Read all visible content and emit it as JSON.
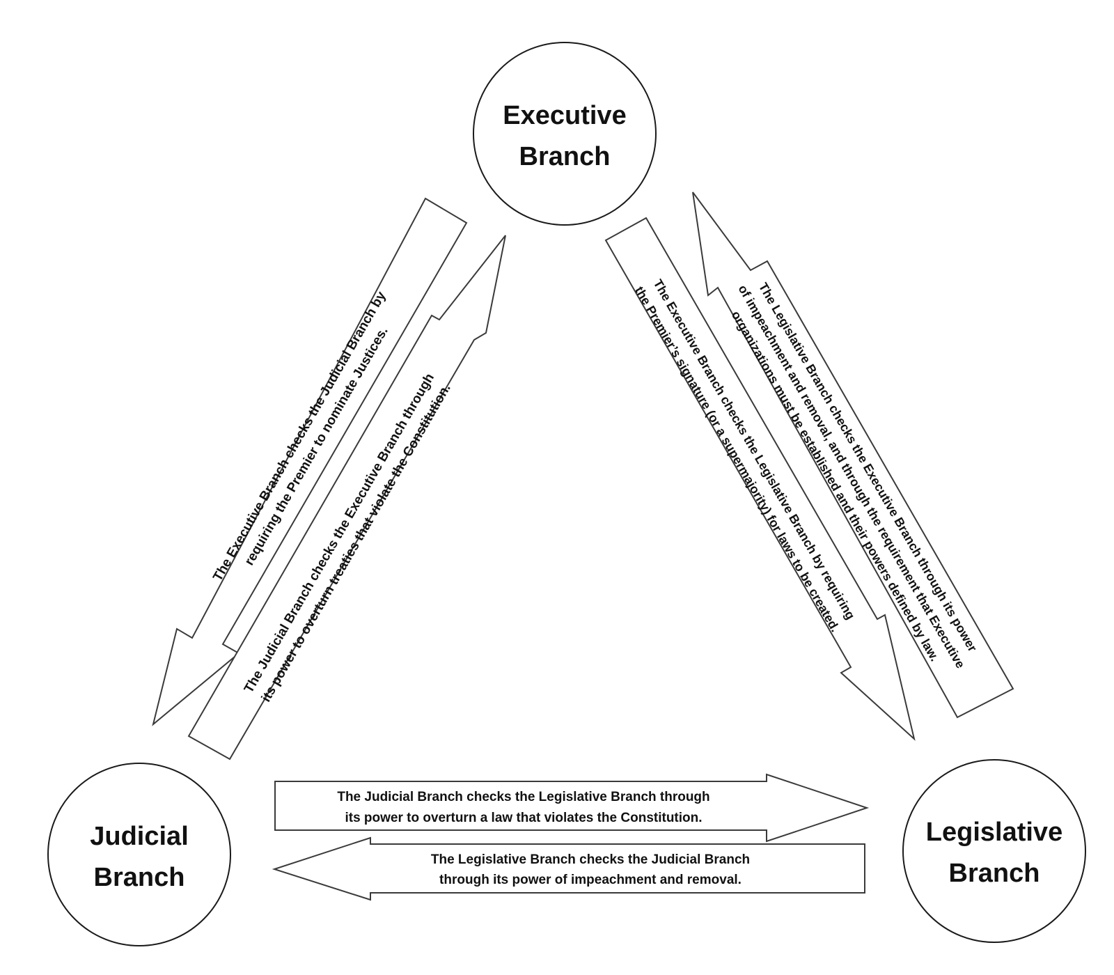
{
  "nodes": {
    "executive": {
      "line1": "Executive",
      "line2": "Branch"
    },
    "judicial": {
      "line1": "Judicial",
      "line2": "Branch"
    },
    "legislative": {
      "line1": "Legislative",
      "line2": "Branch"
    }
  },
  "checks": {
    "executive_to_judicial": {
      "line1": "The Executive Branch checks the Judicial Branch by",
      "line2": "requiring the Premier to nominate Justices."
    },
    "judicial_to_executive": {
      "line1": "The Judicial Branch checks the Executive Branch through",
      "line2": "its power to overturn treaties that violate the Constitution."
    },
    "executive_to_legislative": {
      "line1": "The Executive Branch checks the Legislative Branch by requiring",
      "line2": "the Premier’s signature (or a supermajority) for laws to be created."
    },
    "legislative_to_executive": {
      "line1": "The Legislative Branch checks the Executive Branch through its power",
      "line2": "of impeachment and removal, and through the requirement that Executive",
      "line3": "organizations must be established and their powers defined by law."
    },
    "judicial_to_legislative": {
      "line1": "The Judicial Branch checks the Legislative Branch through",
      "line2": "its power to overturn a law that violates the Constitution."
    },
    "legislative_to_judicial": {
      "line1": "The Legislative Branch checks the Judicial Branch",
      "line2": "through its power of impeachment and removal."
    }
  }
}
